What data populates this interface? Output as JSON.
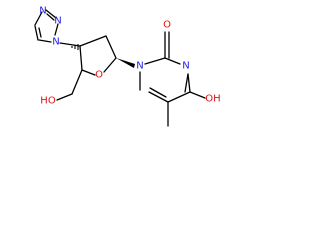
{
  "colors": {
    "bond": "#000000",
    "nitrogen": "#1f1fe0",
    "oxygen": "#e01010",
    "carbon": "#000000"
  },
  "molecule": {
    "atoms": [
      {
        "id": "triazole-n1",
        "label": "N",
        "element": "nitrogen"
      },
      {
        "id": "triazole-n2",
        "label": "N",
        "element": "nitrogen"
      },
      {
        "id": "triazole-n3",
        "label": "N",
        "element": "nitrogen"
      },
      {
        "id": "ring-oxygen",
        "label": "O",
        "element": "oxygen"
      },
      {
        "id": "hydroxyl",
        "label": "HO",
        "element": "oxygen"
      },
      {
        "id": "pyrimidine-n1",
        "label": "N",
        "element": "nitrogen"
      },
      {
        "id": "pyrimidine-n3",
        "label": "N",
        "element": "nitrogen"
      },
      {
        "id": "carbonyl-oxygen",
        "label": "O",
        "element": "oxygen"
      },
      {
        "id": "enol-oxygen",
        "label": "OH",
        "element": "oxygen"
      }
    ]
  }
}
